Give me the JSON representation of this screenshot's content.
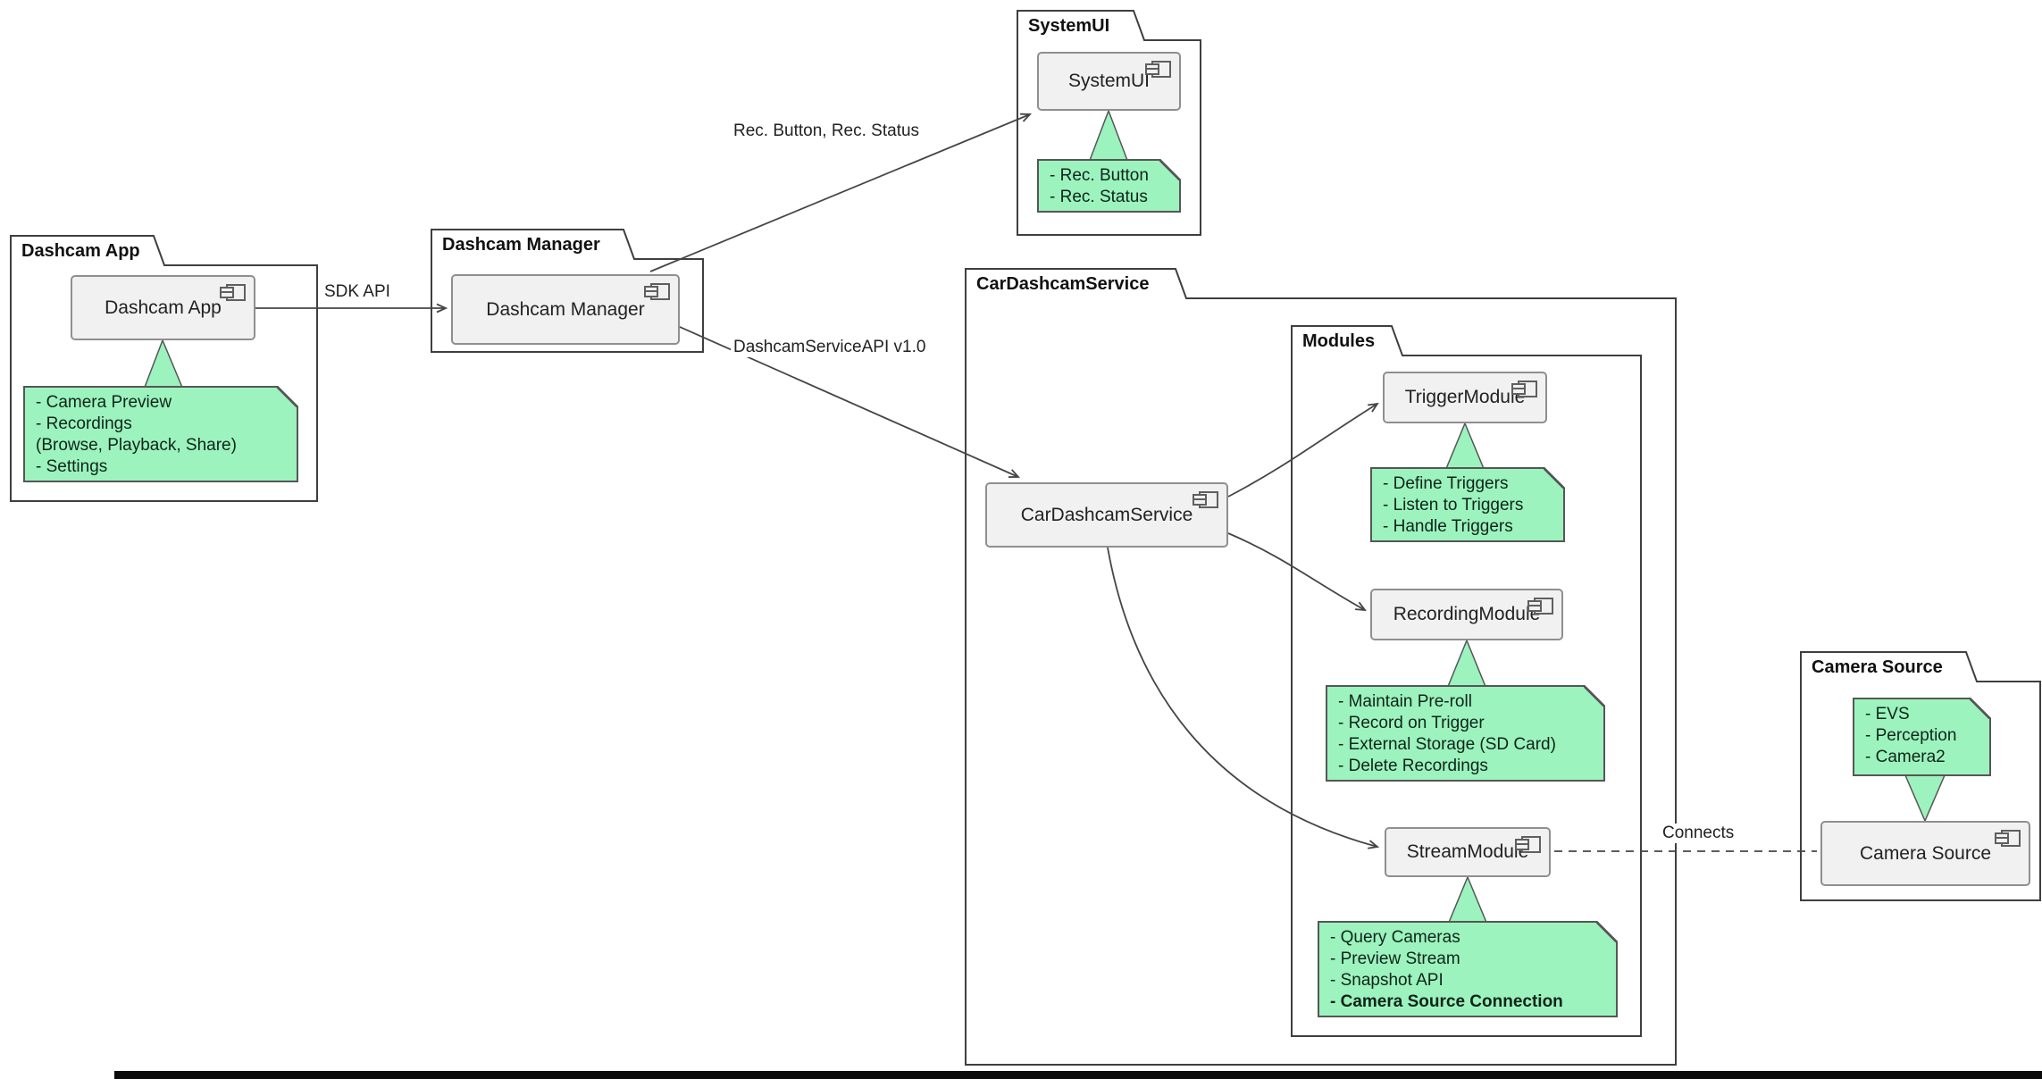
{
  "diagram": {
    "packages": {
      "dashcam_app": {
        "title": "Dashcam App"
      },
      "dashcam_manager": {
        "title": "Dashcam Manager"
      },
      "system_ui": {
        "title": "SystemUI"
      },
      "car_dashcam_service": {
        "title": "CarDashcamService"
      },
      "modules": {
        "title": "Modules"
      },
      "camera_source": {
        "title": "Camera Source"
      }
    },
    "components": {
      "dashcam_app": {
        "label": "Dashcam App"
      },
      "dashcam_manager": {
        "label": "Dashcam Manager"
      },
      "system_ui": {
        "label": "SystemUI"
      },
      "car_dashcam_service": {
        "label": "CarDashcamService"
      },
      "trigger_module": {
        "label": "TriggerModule"
      },
      "recording_module": {
        "label": "RecordingModule"
      },
      "stream_module": {
        "label": "StreamModule"
      },
      "camera_source": {
        "label": "Camera Source"
      }
    },
    "notes": {
      "dashcam_app": {
        "lines": [
          "- Camera Preview",
          "- Recordings",
          "(Browse, Playback, Share)",
          "- Settings"
        ]
      },
      "system_ui": {
        "lines": [
          "- Rec. Button",
          "- Rec. Status"
        ]
      },
      "trigger_module": {
        "lines": [
          "- Define Triggers",
          "- Listen to Triggers",
          "- Handle Triggers"
        ]
      },
      "recording_module": {
        "lines": [
          "- Maintain Pre-roll",
          "- Record on Trigger",
          "- External Storage (SD Card)",
          "- Delete Recordings"
        ]
      },
      "stream_module": {
        "lines": [
          "- Query Cameras",
          "- Preview Stream",
          "- Snapshot API",
          "- Camera Source Connection"
        ]
      },
      "camera_source": {
        "lines": [
          "- EVS",
          "- Perception",
          "- Camera2"
        ]
      }
    },
    "edges": {
      "sdk_api": {
        "label": "SDK API"
      },
      "rec_button_status": {
        "label": "Rec. Button, Rec. Status"
      },
      "dashcam_service_api": {
        "label": "DashcamServiceAPI v1.0"
      },
      "connects": {
        "label": "Connects"
      }
    },
    "colors": {
      "note_background": "#9CF3BE",
      "component_background": "#F1F1F1",
      "edge": "#454545"
    }
  }
}
